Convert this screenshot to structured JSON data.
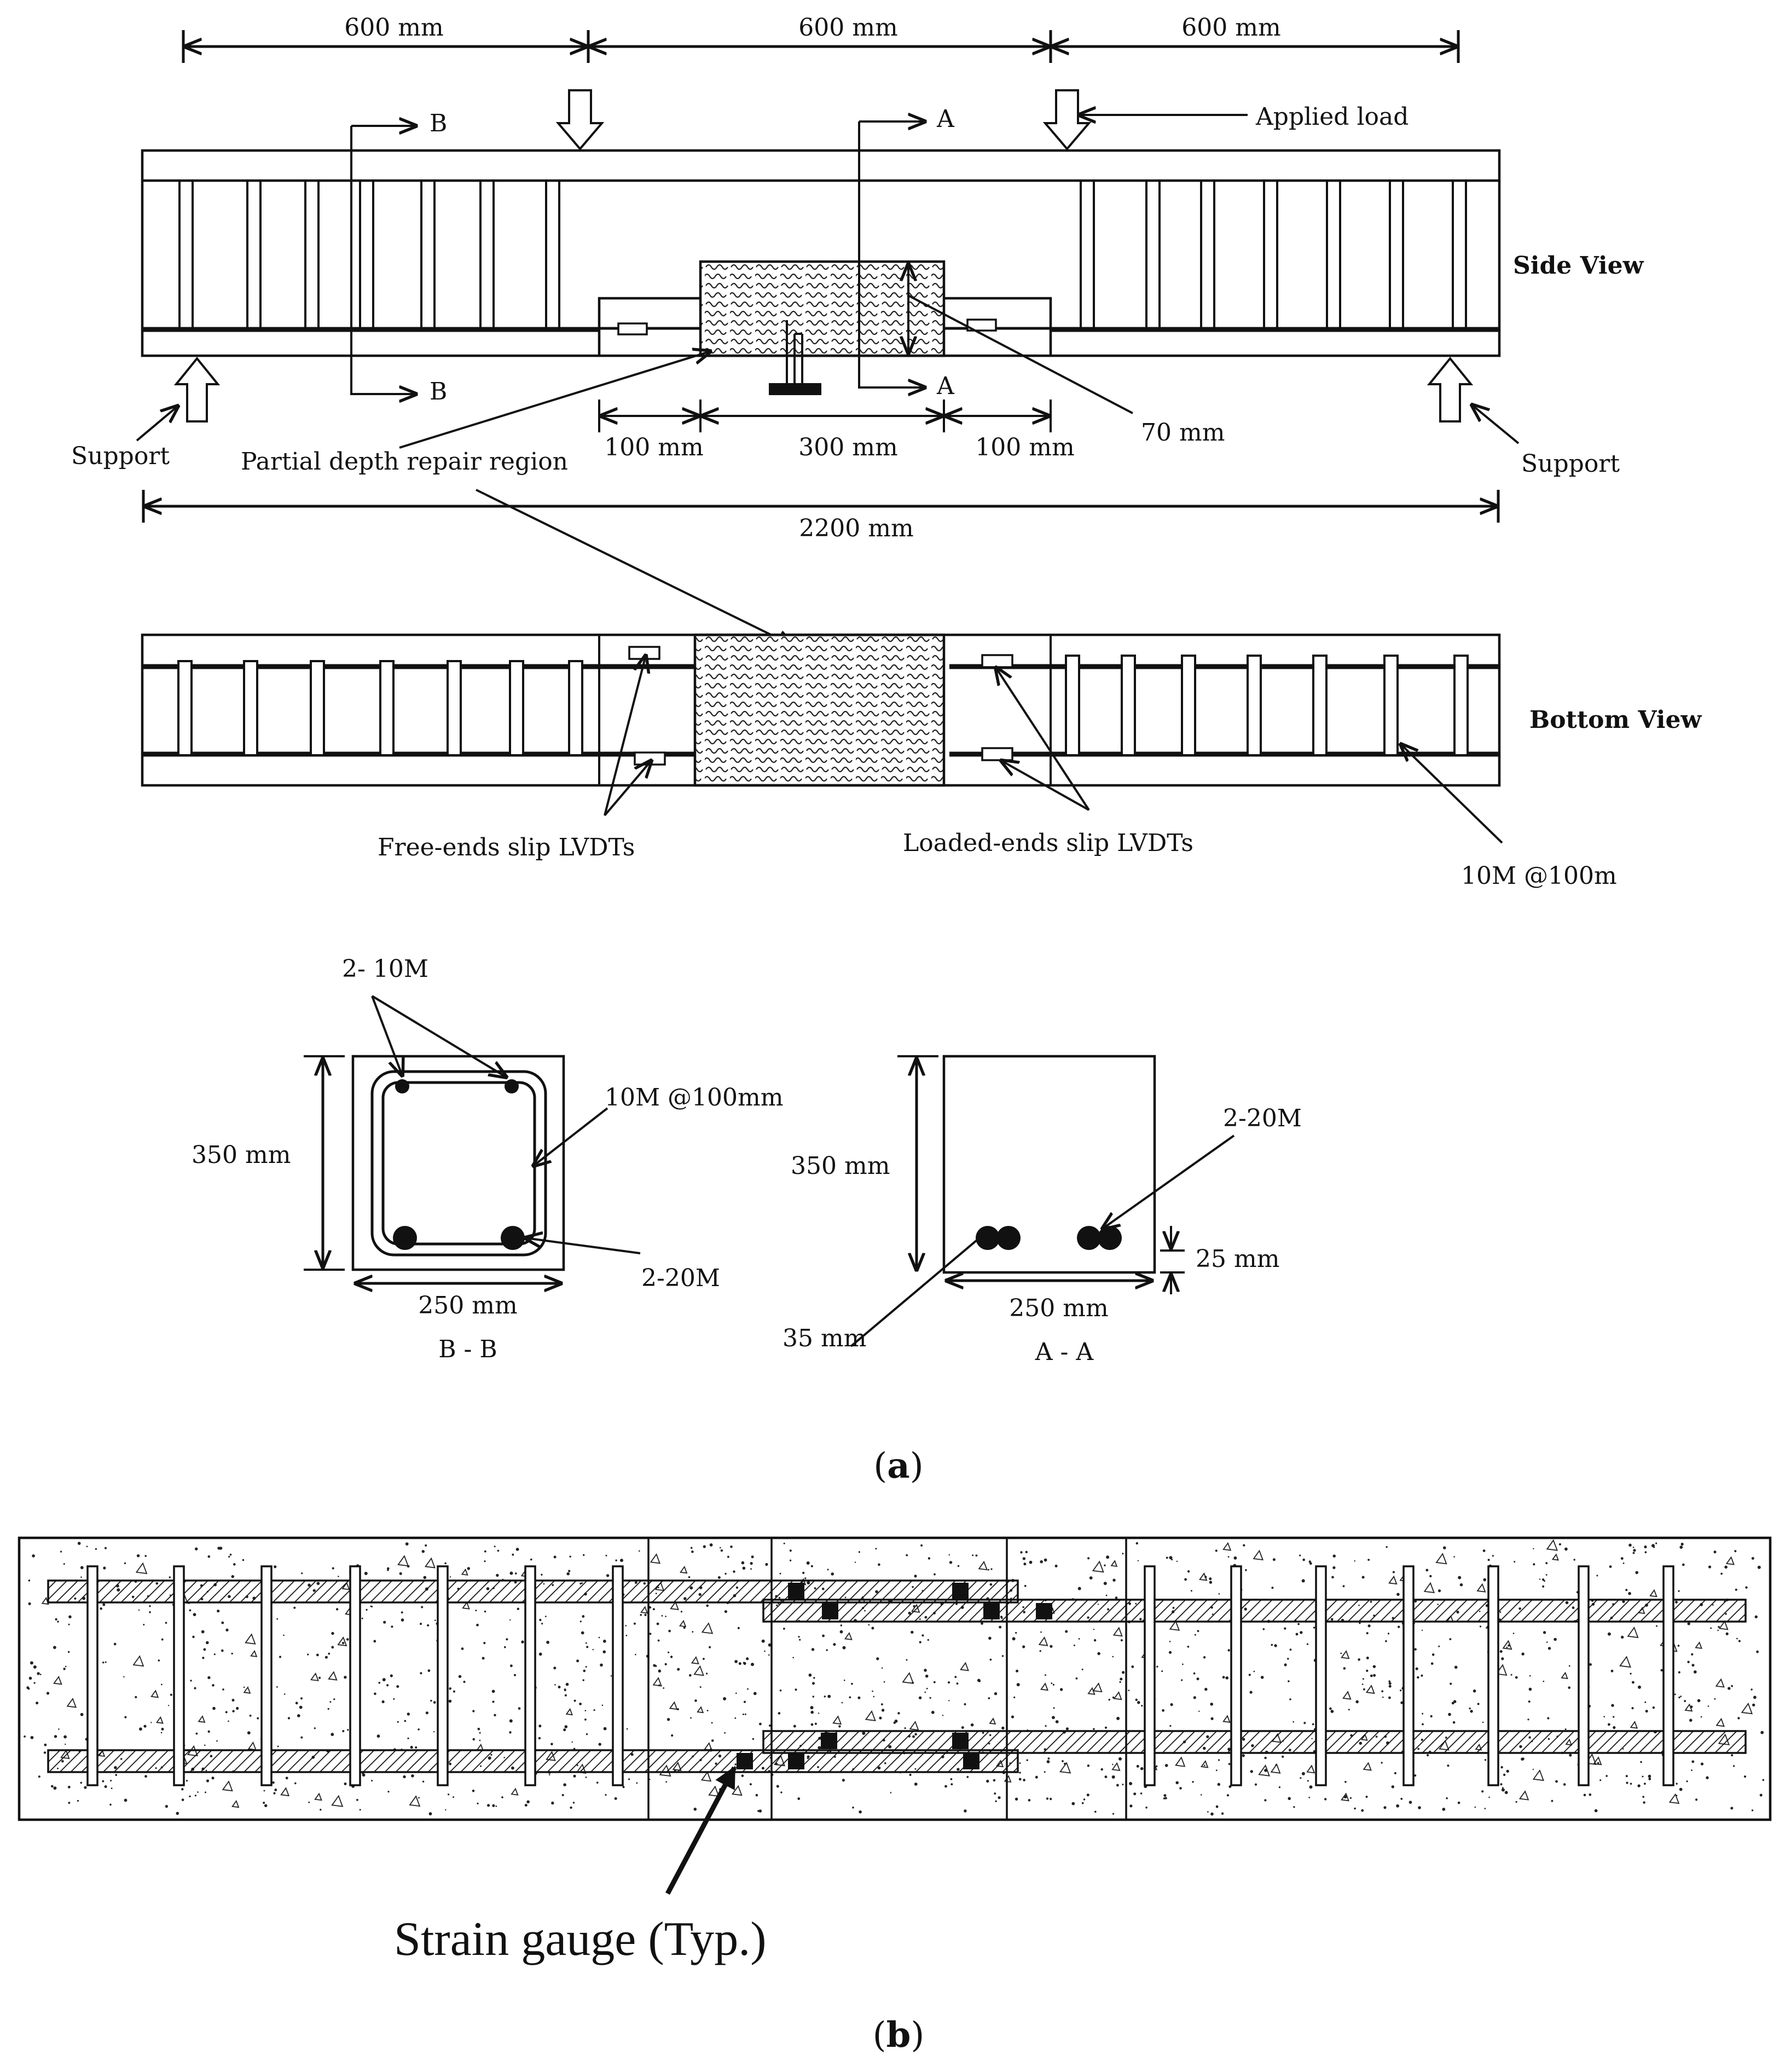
{
  "figure_a": {
    "caption_open": "(",
    "caption_letter": "a",
    "caption_close": ")",
    "top_dims": [
      "600 mm",
      "600 mm",
      "600 mm"
    ],
    "applied_load": "Applied load",
    "side_view": "Side View",
    "bottom_view": "Bottom View",
    "section_b_top": "B",
    "section_b_bottom": "B",
    "section_a_top": "A",
    "section_a_bottom": "A",
    "support_left": "Support",
    "support_right": "Support",
    "repair_region": "Partial depth repair region",
    "dim_100_left": "100 mm",
    "dim_300": "300 mm",
    "dim_100_right": "100 mm",
    "dim_70": "70 mm",
    "total_length": "2200 mm",
    "free_ends": "Free-ends slip LVDTs",
    "loaded_ends": "Loaded-ends slip LVDTs",
    "stirrup_spacing": "10M @100m",
    "section_bb": {
      "title": "B - B",
      "top_bars": "2- 10M",
      "stirrups": "10M @100mm",
      "height": "350 mm",
      "width": "250 mm",
      "bottom_bars": "2-20M"
    },
    "section_aa": {
      "title": "A - A",
      "height": "350 mm",
      "bars": "2-20M",
      "cover": "25 mm",
      "width": "250 mm",
      "spacing": "35 mm"
    }
  },
  "figure_b": {
    "caption_open": "(",
    "caption_letter": "b",
    "caption_close": ")",
    "strain_gauge": "Strain gauge (Typ.)"
  }
}
